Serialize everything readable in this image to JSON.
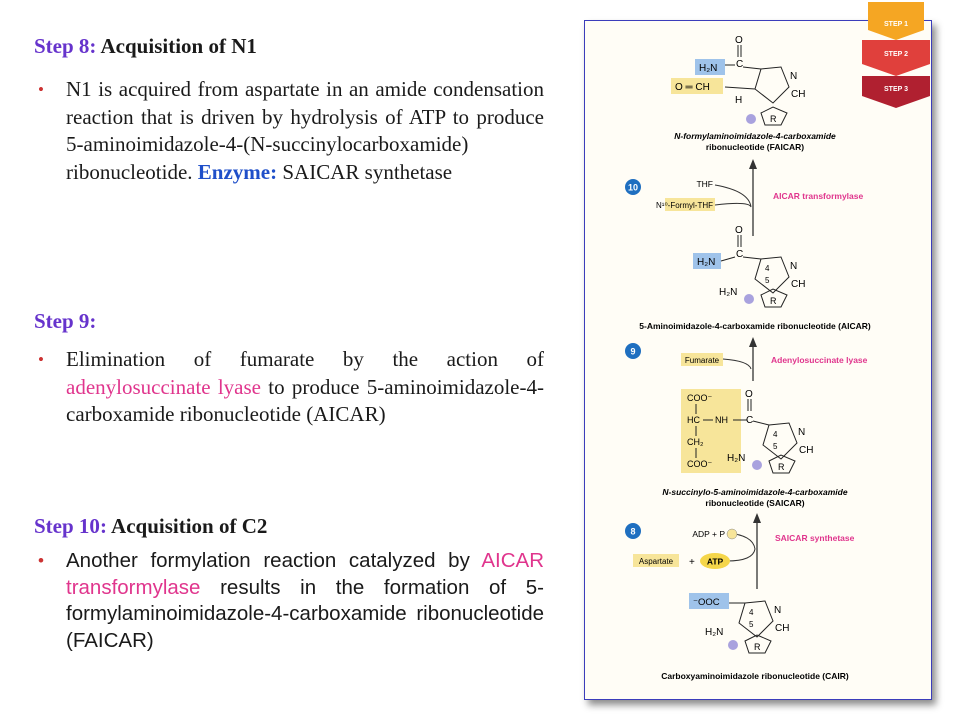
{
  "steps": [
    {
      "number": "Step 8:",
      "title": "Acquisition of N1",
      "bullet": {
        "text": "N1 is acquired from aspartate in an amide condensation reaction that is driven by hydrolysis of ATP to produce 5-aminoimidazole-4-(N-succinylocarboxamide) ribonucleotide.",
        "enzyme_label": "Enzyme:",
        "enzyme_name": "SAICAR synthetase"
      }
    },
    {
      "number": "Step 9:",
      "title": "",
      "bullet": {
        "before": "Elimination of fumarate by the action of",
        "enzyme": "adenylosuccinate lyase",
        "after": "to produce 5-aminoimidazole-4-carboxamide ribonucleotide (AICAR)"
      }
    },
    {
      "number": "Step 10",
      "separator": ":",
      "title": "Acquisition of C2",
      "bullet": {
        "before": "Another formylation reaction catalyzed by",
        "enzyme": "AICAR transformylase",
        "after": "results in the formation of 5-formylaminoimidazole-4-carboxamide ribonucleotide (FAICAR)"
      }
    }
  ],
  "step_badges": [
    "STEP 1",
    "STEP 2",
    "STEP 3"
  ],
  "figure": {
    "faicar_name": [
      "N-formylaminoimidazole-4-carboxamide",
      "ribonucleotide (FAICAR)"
    ],
    "reaction10": {
      "number": "10",
      "enzyme": "AICAR transformylase",
      "cofactor_out": "THF",
      "cofactor_in": "N¹⁰-Formyl-THF"
    },
    "aicar_name": "5-Aminoimidazole-4-carboxamide ribonucleotide (AICAR)",
    "reaction9": {
      "number": "9",
      "enzyme": "Adenylosuccinate lyase",
      "product": "Fumarate"
    },
    "saicar_name": [
      "N-succinylo-5-aminoimidazole-4-carboxamide",
      "ribonucleotide (SAICAR)"
    ],
    "reaction8": {
      "number": "8",
      "enzyme": "SAICAR synthetase",
      "products": "ADP + P",
      "substrate": "Aspartate",
      "plus": "+",
      "atp": "ATP"
    },
    "cair_name": "Carboxyaminoimidazole ribonucleotide (CAIR)",
    "labels": {
      "h2n": "H₂N",
      "o": "O",
      "c": "C",
      "n": "N",
      "ch": "CH",
      "oech": "O ═ CH",
      "hn": "H",
      "r": "R",
      "coo": "COO⁻",
      "hc": "HC",
      "nh": "NH",
      "ch2": "CH₂",
      "ooc": "⁻OOC",
      "c4": "4",
      "c5": "5"
    }
  },
  "colors": {
    "heading": "#6633cc",
    "enzyme_blue": "#1f4fc9",
    "enzyme_pink": "#e0358d",
    "bullet": "#cc3333",
    "highlight_yellow": "#f7e59a",
    "highlight_blue": "#9fc3ea",
    "badge_orange": "#f5a623",
    "badge_red": "#e0403c",
    "badge_dark": "#b02030",
    "circle_blue": "#1f6fc0"
  }
}
